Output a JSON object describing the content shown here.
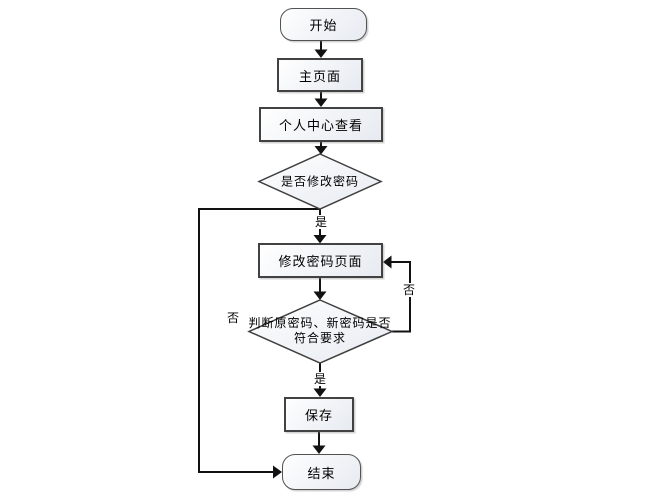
{
  "diagram": {
    "type": "flowchart",
    "nodes": [
      {
        "id": "start",
        "shape": "terminator",
        "label": "开始"
      },
      {
        "id": "main_page",
        "shape": "process",
        "label": "主页面"
      },
      {
        "id": "personal_center",
        "shape": "process",
        "label": "个人中心查看"
      },
      {
        "id": "check_modify",
        "shape": "decision",
        "label": "是否修改密码"
      },
      {
        "id": "modify_password",
        "shape": "process",
        "label": "修改密码页面"
      },
      {
        "id": "check_valid",
        "shape": "decision",
        "label": "判断原密码、新密码是否符合要求",
        "lines": [
          "判断原密码、新密码是否",
          "符合要求"
        ]
      },
      {
        "id": "save",
        "shape": "process",
        "label": "保存"
      },
      {
        "id": "end",
        "shape": "terminator",
        "label": "结束"
      }
    ],
    "edges": [
      {
        "from": "start",
        "to": "main_page",
        "label": ""
      },
      {
        "from": "main_page",
        "to": "personal_center",
        "label": ""
      },
      {
        "from": "personal_center",
        "to": "check_modify",
        "label": ""
      },
      {
        "from": "check_modify",
        "to": "modify_password",
        "label": "是"
      },
      {
        "from": "check_modify",
        "to": "end",
        "label": "否"
      },
      {
        "from": "modify_password",
        "to": "check_valid",
        "label": ""
      },
      {
        "from": "check_valid",
        "to": "save",
        "label": "是"
      },
      {
        "from": "check_valid",
        "to": "modify_password",
        "label": "否"
      },
      {
        "from": "save",
        "to": "end",
        "label": ""
      }
    ],
    "edge_labels": {
      "yes_modify": "是",
      "no_modify": "否",
      "yes_valid": "是",
      "no_valid": "否"
    },
    "colors": {
      "background": "#ffffff",
      "line": "#121212",
      "node_border": "#424242",
      "node_fill_top": "#ffffff",
      "node_fill_bottom": "#e7ebf1",
      "text": "#000000"
    }
  }
}
